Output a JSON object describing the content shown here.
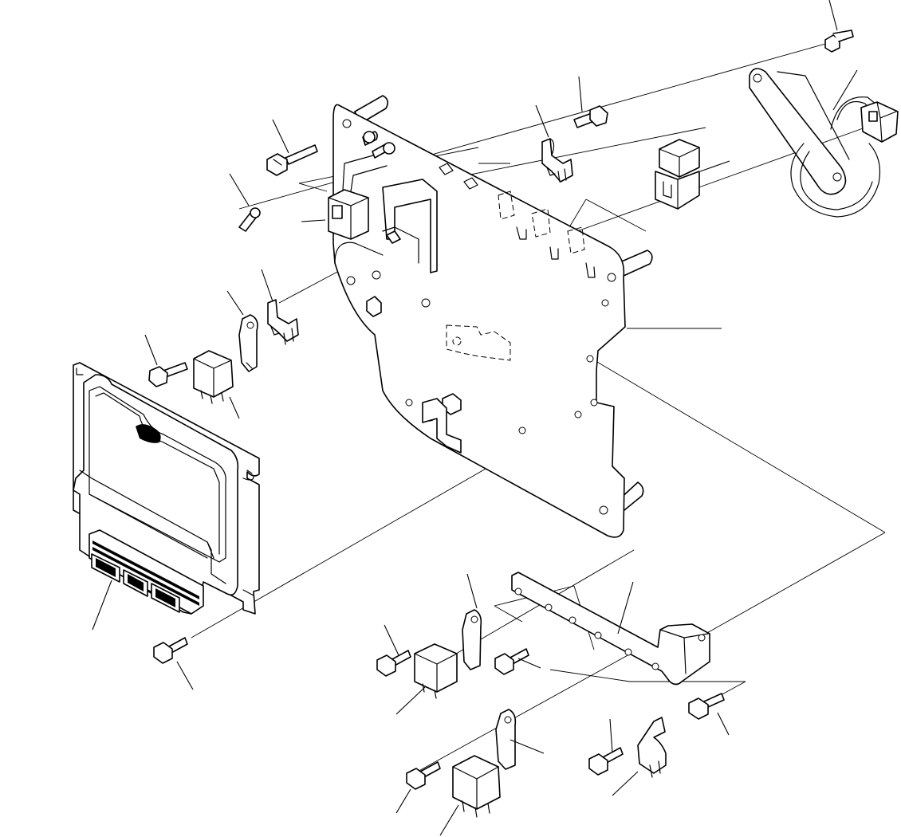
{
  "figure": {
    "kind": "exploded-parts-diagram",
    "colors": {
      "ink": "#000000",
      "paper": "#ffffff"
    },
    "parts": [
      {
        "id": "mounting-bracket-plate"
      },
      {
        "id": "controller-unit"
      },
      {
        "id": "lower-relay-bracket"
      },
      {
        "id": "wire-harness-clamp"
      },
      {
        "id": "connector-block"
      },
      {
        "id": "relay",
        "count": 4
      },
      {
        "id": "bolt",
        "count": 9
      },
      {
        "id": "switch-relay",
        "count": 3
      }
    ]
  }
}
